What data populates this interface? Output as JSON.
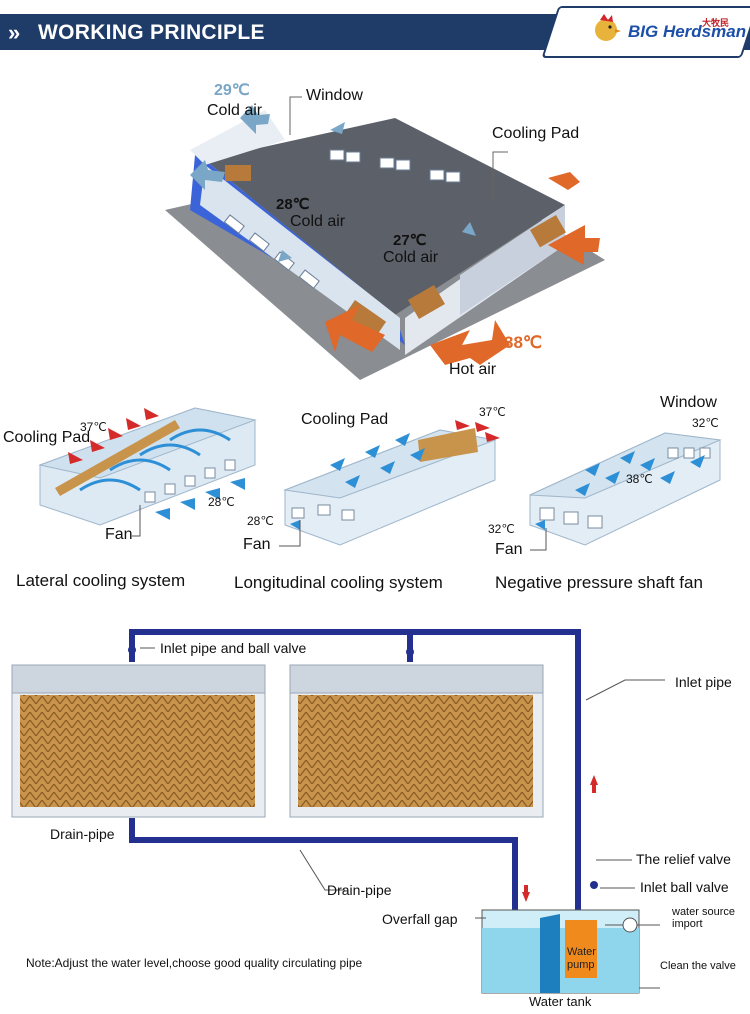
{
  "header": {
    "title": "WORKING PRINCIPLE",
    "chevron": "»",
    "logo": {
      "brand": "BIG Herdsman",
      "cn": "大牧民",
      "icon": "rooster-icon"
    }
  },
  "top_diagram": {
    "temp_left": "29℃",
    "cold_air_left": "Cold air",
    "window": "Window",
    "cooling_pad": "Cooling Pad",
    "temp_mid": "28℃",
    "cold_air_mid": "Cold air",
    "temp_right": "27℃",
    "cold_air_right": "Cold air",
    "temp_hot": "38℃",
    "hot_air": "Hot air"
  },
  "systems": [
    {
      "caption": "Lateral cooling system",
      "pad": "Cooling Pad",
      "temp_a": "37℃",
      "temp_b": "28℃",
      "fan": "Fan"
    },
    {
      "caption": "Longitudinal cooling system",
      "pad": "Cooling Pad",
      "temp_a": "37℃",
      "temp_b": "28℃",
      "fan": "Fan"
    },
    {
      "caption": "Negative pressure shaft fan",
      "window": "Window",
      "temp_a": "32℃",
      "temp_b": "38℃",
      "temp_c": "32℃",
      "fan": "Fan"
    }
  ],
  "water_diagram": {
    "inlet_pipe_ball_valve": "Inlet pipe and ball valve",
    "inlet_pipe": "Inlet pipe",
    "drain_pipe_left": "Drain-pipe",
    "drain_pipe_mid": "Drain-pipe",
    "relief_valve": "The relief valve",
    "inlet_ball_valve": "Inlet ball valve",
    "overfall_gap": "Overfall gap",
    "water_source_import": "water source\nimport",
    "water_pump": "Water\npump",
    "clean_valve": "Clean the valve",
    "water_tank": "Water tank",
    "note": "Note:Adjust the water level,choose good quality circulating pipe"
  },
  "colors": {
    "header": "#1f3c68",
    "pipe": "#23308f",
    "pad": "#c8934a",
    "cold_arrow": "#7aa7c7",
    "hot_arrow": "#e0692a",
    "fan_arrow": "#2d8fd6"
  }
}
